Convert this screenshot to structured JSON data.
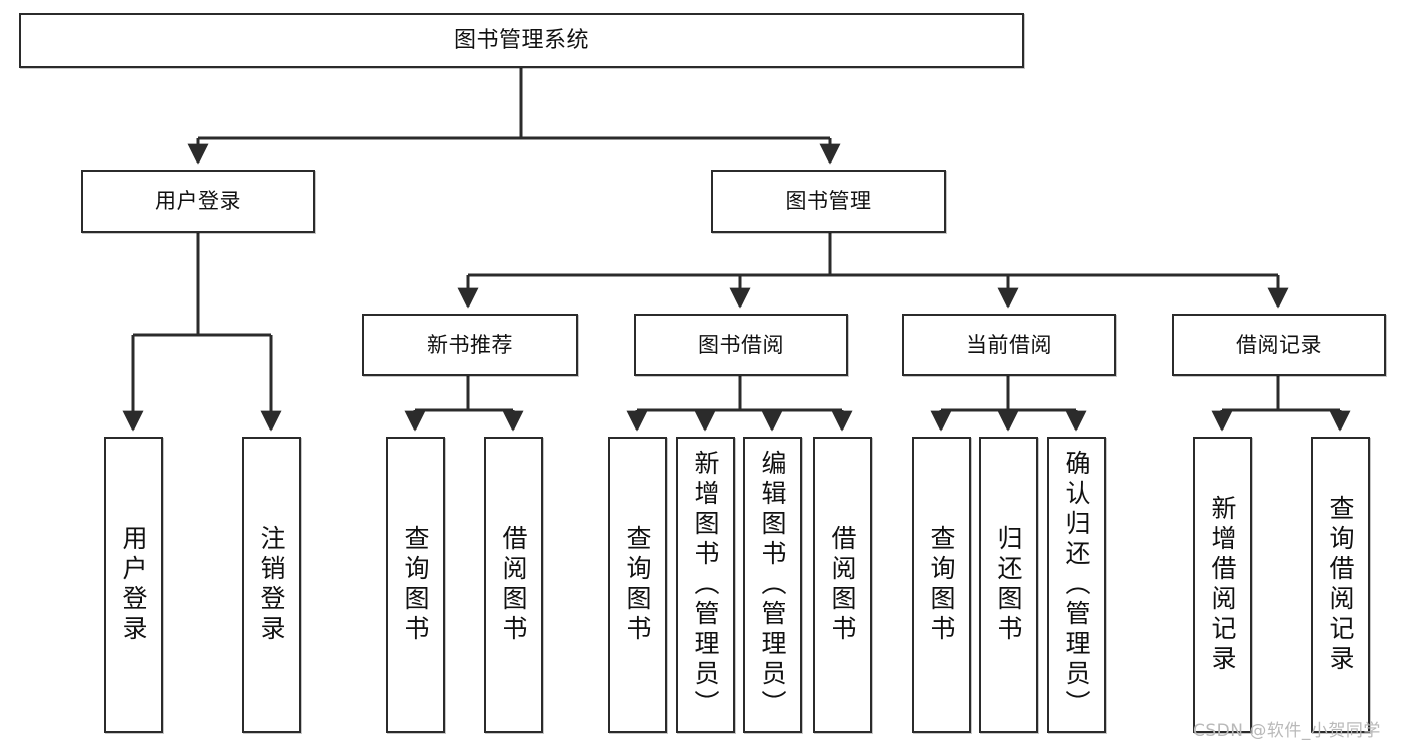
{
  "diagram": {
    "title": "图书管理系统",
    "type": "hierarchy-tree",
    "watermark": "CSDN @软件_小贺同学",
    "colors": {
      "box_border": "#2b2b2b",
      "box_fill": "#ffffff",
      "connector": "#2b2b2b",
      "watermark": "#b9b9b9"
    },
    "nodes": {
      "root": {
        "label": "图书管理系统"
      },
      "level2": [
        {
          "label": "用户登录"
        },
        {
          "label": "图书管理"
        }
      ],
      "level3": [
        {
          "label": "新书推荐"
        },
        {
          "label": "图书借阅"
        },
        {
          "label": "当前借阅"
        },
        {
          "label": "借阅记录"
        }
      ],
      "leaves": {
        "user_login": [
          {
            "label": "用户登录"
          },
          {
            "label": "注销登录"
          }
        ],
        "new_book_recommend": [
          {
            "label": "查询图书"
          },
          {
            "label": "借阅图书"
          }
        ],
        "book_borrow": [
          {
            "label": "查询图书"
          },
          {
            "label": "新增图书（管理员）"
          },
          {
            "label": "编辑图书（管理员）"
          },
          {
            "label": "借阅图书"
          }
        ],
        "current_borrow": [
          {
            "label": "查询图书"
          },
          {
            "label": "归还图书"
          },
          {
            "label": "确认归还（管理员）"
          }
        ],
        "borrow_record": [
          {
            "label": "新增借阅记录"
          },
          {
            "label": "查询借阅记录"
          }
        ]
      }
    }
  }
}
